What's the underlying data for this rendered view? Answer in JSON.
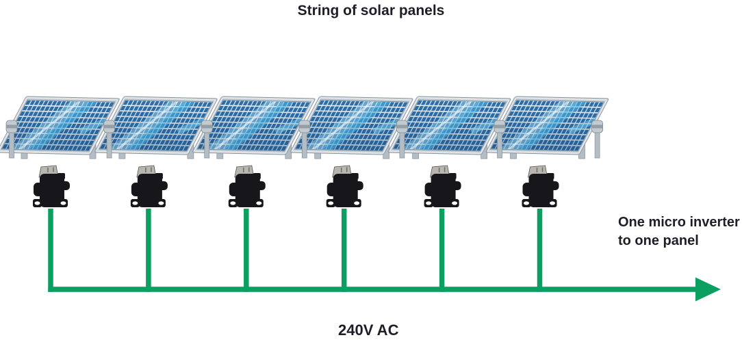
{
  "title": "String of solar panels",
  "annotation": {
    "line1": "One micro inverter",
    "line2": "to one panel"
  },
  "bus_label": "240V AC",
  "diagram": {
    "panel_count": 6,
    "inverter_count": 6
  },
  "colors": {
    "wire_green": "#0c9f62",
    "panel_cell_blue": "#2e6ea8",
    "panel_glare_blue": "#a9e1f4",
    "frame_silver": "#ccd4da",
    "inverter_black": "#17161a",
    "text_dark": "#201c28"
  }
}
